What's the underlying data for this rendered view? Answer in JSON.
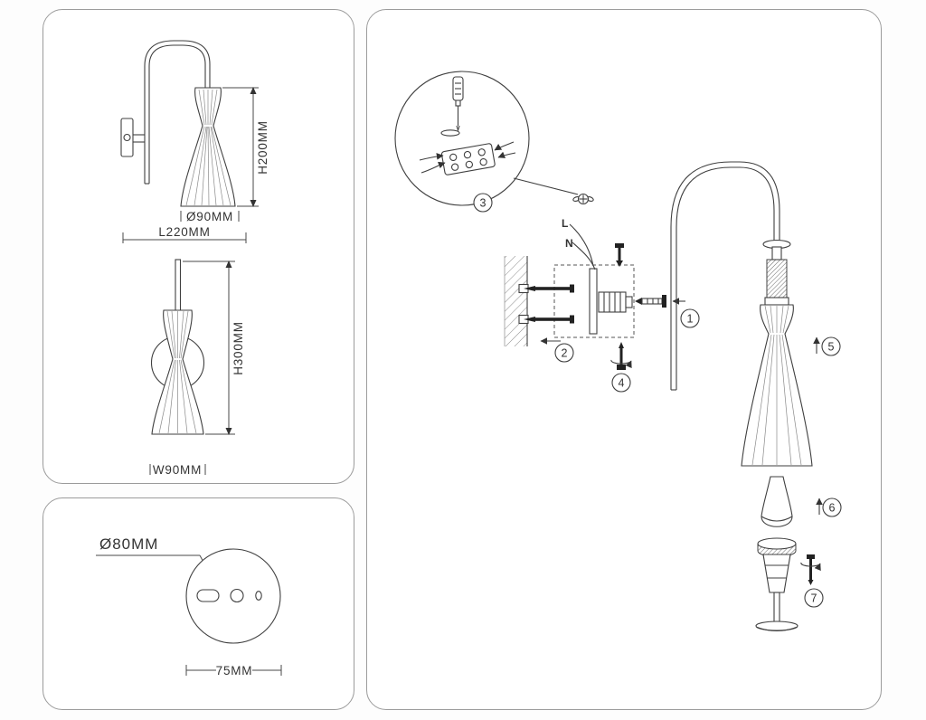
{
  "spec_panel": {
    "side_view": {
      "height_label": "H200MM",
      "diameter_label": "Ø90MM",
      "length_label": "L220MM"
    },
    "front_view": {
      "height_label": "H300MM",
      "width_label": "W90MM"
    }
  },
  "base_panel": {
    "diameter_label": "Ø80MM",
    "width_label": "75MM"
  },
  "assembly_panel": {
    "wire_live_label": "L",
    "wire_neutral_label": "N",
    "steps": [
      "1",
      "2",
      "3",
      "4",
      "5",
      "6",
      "7"
    ]
  },
  "colors": {
    "line": "#3f3f3f",
    "panel_border": "#9b9b9b",
    "background": "#ffffff"
  }
}
